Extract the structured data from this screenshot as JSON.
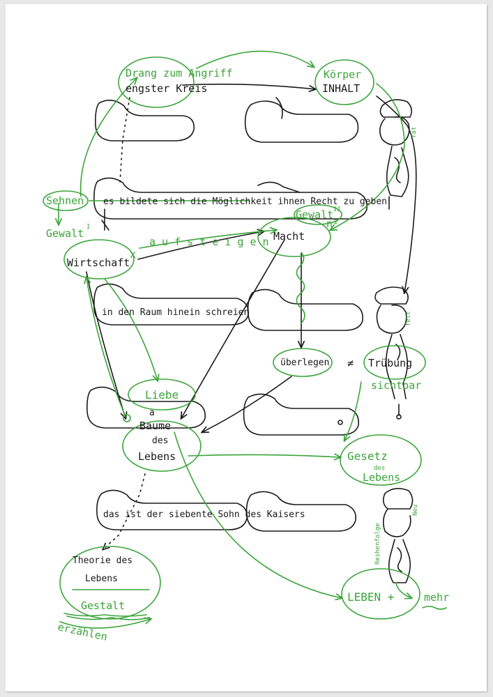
{
  "colors": {
    "ink": "#1a1a1a",
    "green": "#3aa43a",
    "paper": "#ffffff",
    "background": "#e8e8e8"
  },
  "nodes": {
    "drang": "Drang zum Angriff",
    "engster_kreis": "engster Kreis",
    "koerper": "Körper",
    "inhalt": "INHALT",
    "sehnen": "Sehnen",
    "gewalt": "Gewalt",
    "gewalt_sup": "I",
    "wirtschaft": "Wirtschaft",
    "wirtschaft_x": "x",
    "aufsteigen": "a u f s t e i g e n",
    "macht": "Macht",
    "gewalt2": "Gewalt",
    "gewalt2_sup": "II",
    "n2": "n²",
    "ueberlegen": "überlegen",
    "neq": "≠",
    "truebung": "Trübung",
    "sichtbar": "sichtbar",
    "liebe": "Liebe",
    "a": "a",
    "baume": "Baume",
    "des": "des",
    "lebens": "Lebens",
    "gesetz": "Gesetz",
    "gesetz_des": "des",
    "gesetz_lebens": "Lebens",
    "theorie": "Theorie des",
    "theorie_lebens": "Lebens",
    "gestalt": "Gestalt",
    "erzaehlen": "erzählen",
    "leben_plus": "LEBEN +",
    "mehr": "mehr"
  },
  "phrases": {
    "moeglichkeit": "es bildete sich die Möglichkeit ihnen Recht zu geben",
    "raum": "in den Raum hinein schreien",
    "sohn": "das ist der siebente Sohn des Kaisers"
  },
  "figures": {
    "fig1": "fat",
    "fig2": "fett",
    "fig3": "Neu",
    "reihenfolge": "Reihenfolge"
  }
}
